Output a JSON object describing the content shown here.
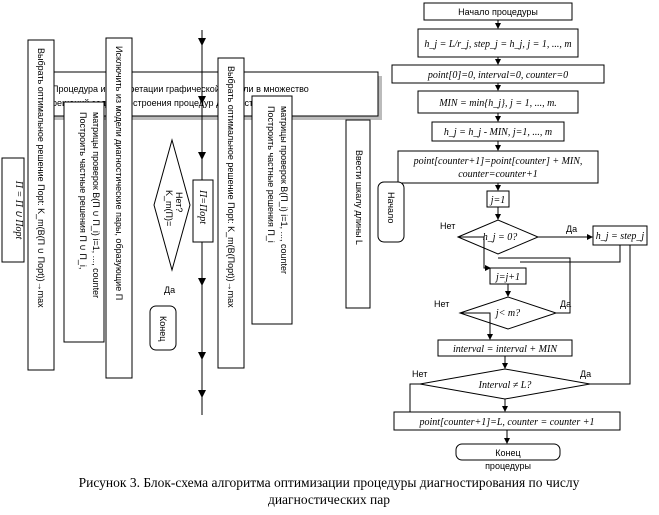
{
  "right_flow": {
    "start": "Начало процедуры",
    "step1": "h_j = L/r_j, step_j = h_j, j = 1, ..., m",
    "step2": "point[0]=0, interval=0, counter=0",
    "step3": "MIN = min{h_j}, j = 1, ..., m.",
    "step4": "h_j = h_j - MIN, j=1, ..., m",
    "step5_line1": "point[counter+1]=point[counter] + MIN,",
    "step5_line2": "counter=counter+1",
    "j1": "j=1",
    "cond1": "h_j = 0?",
    "yes1": "Да",
    "no1": "Нет",
    "reset": "h_j = step_j",
    "jinc": "j=j+1",
    "cond2": "j< m?",
    "yes2": "Да",
    "no2": "Нет",
    "interval": "interval = interval + MIN",
    "cond3": "Interval ≠ L?",
    "yes3": "Да",
    "no3": "Нет",
    "final": "point[counter+1]=L, counter = counter +1",
    "end_line1": "Конец",
    "end_line2": "процедуры"
  },
  "left_flow": {
    "top_line1": "Процедура интерпретации графической модели в множество",
    "top_line2": "решений задачи построения процедур диагностирования",
    "col1": "П = П ∪ Поpt",
    "col2_line1": "Выбрать оптимальное решение Поpt: K_m(B(П ∪ Поpt))→max",
    "col3_line1": "Построить частные решения П ∪ П_i,",
    "col3_line2": "матрицы проверок B(П ∪ П_i) i=1, ..., counter",
    "col4_line1": "Исключить из модели диагностические пары, образующие П",
    "diamond": "K_m(П)=",
    "diamond2": "Нет?",
    "yes": "Да",
    "end": "Конец",
    "col6": "П=Поpt",
    "col7_line1": "Выбрать оптимальное решение Поpt: K_m(B(Поpt))→max",
    "col8_line1": "Построить частные решения П_i",
    "col8_line2": "матрицы проверок B(П_i) i=1, ..., counter",
    "col9": "Ввести шкалу длины L",
    "start": "Начало"
  },
  "caption_line1": "Рисунок 3. Блок-схема алгоритма оптимизации процедуры диагностирования по числу",
  "caption_line2": "диагностических пар"
}
